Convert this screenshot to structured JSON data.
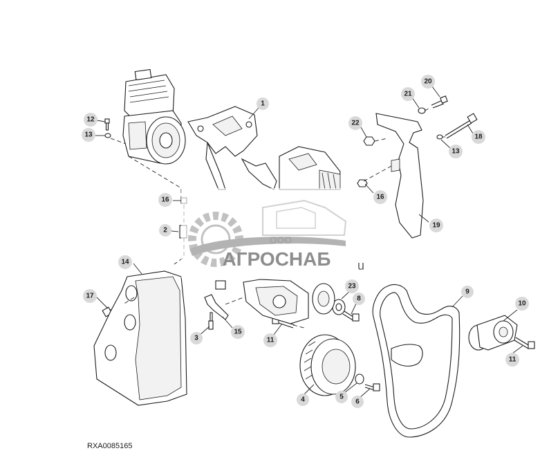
{
  "figure_ref": "RXA0085165",
  "watermark": {
    "company_prefix": "ООО",
    "company_name": "АГРОСНАБ",
    "suffix": "u"
  },
  "callouts": [
    {
      "n": "1"
    },
    {
      "n": "2"
    },
    {
      "n": "3"
    },
    {
      "n": "4"
    },
    {
      "n": "5"
    },
    {
      "n": "6"
    },
    {
      "n": "8"
    },
    {
      "n": "9"
    },
    {
      "n": "10"
    },
    {
      "n": "11"
    },
    {
      "n": "11"
    },
    {
      "n": "12"
    },
    {
      "n": "13"
    },
    {
      "n": "13"
    },
    {
      "n": "14"
    },
    {
      "n": "15"
    },
    {
      "n": "16"
    },
    {
      "n": "16"
    },
    {
      "n": "17"
    },
    {
      "n": "18"
    },
    {
      "n": "19"
    },
    {
      "n": "20"
    },
    {
      "n": "21"
    },
    {
      "n": "22"
    },
    {
      "n": "23"
    }
  ]
}
